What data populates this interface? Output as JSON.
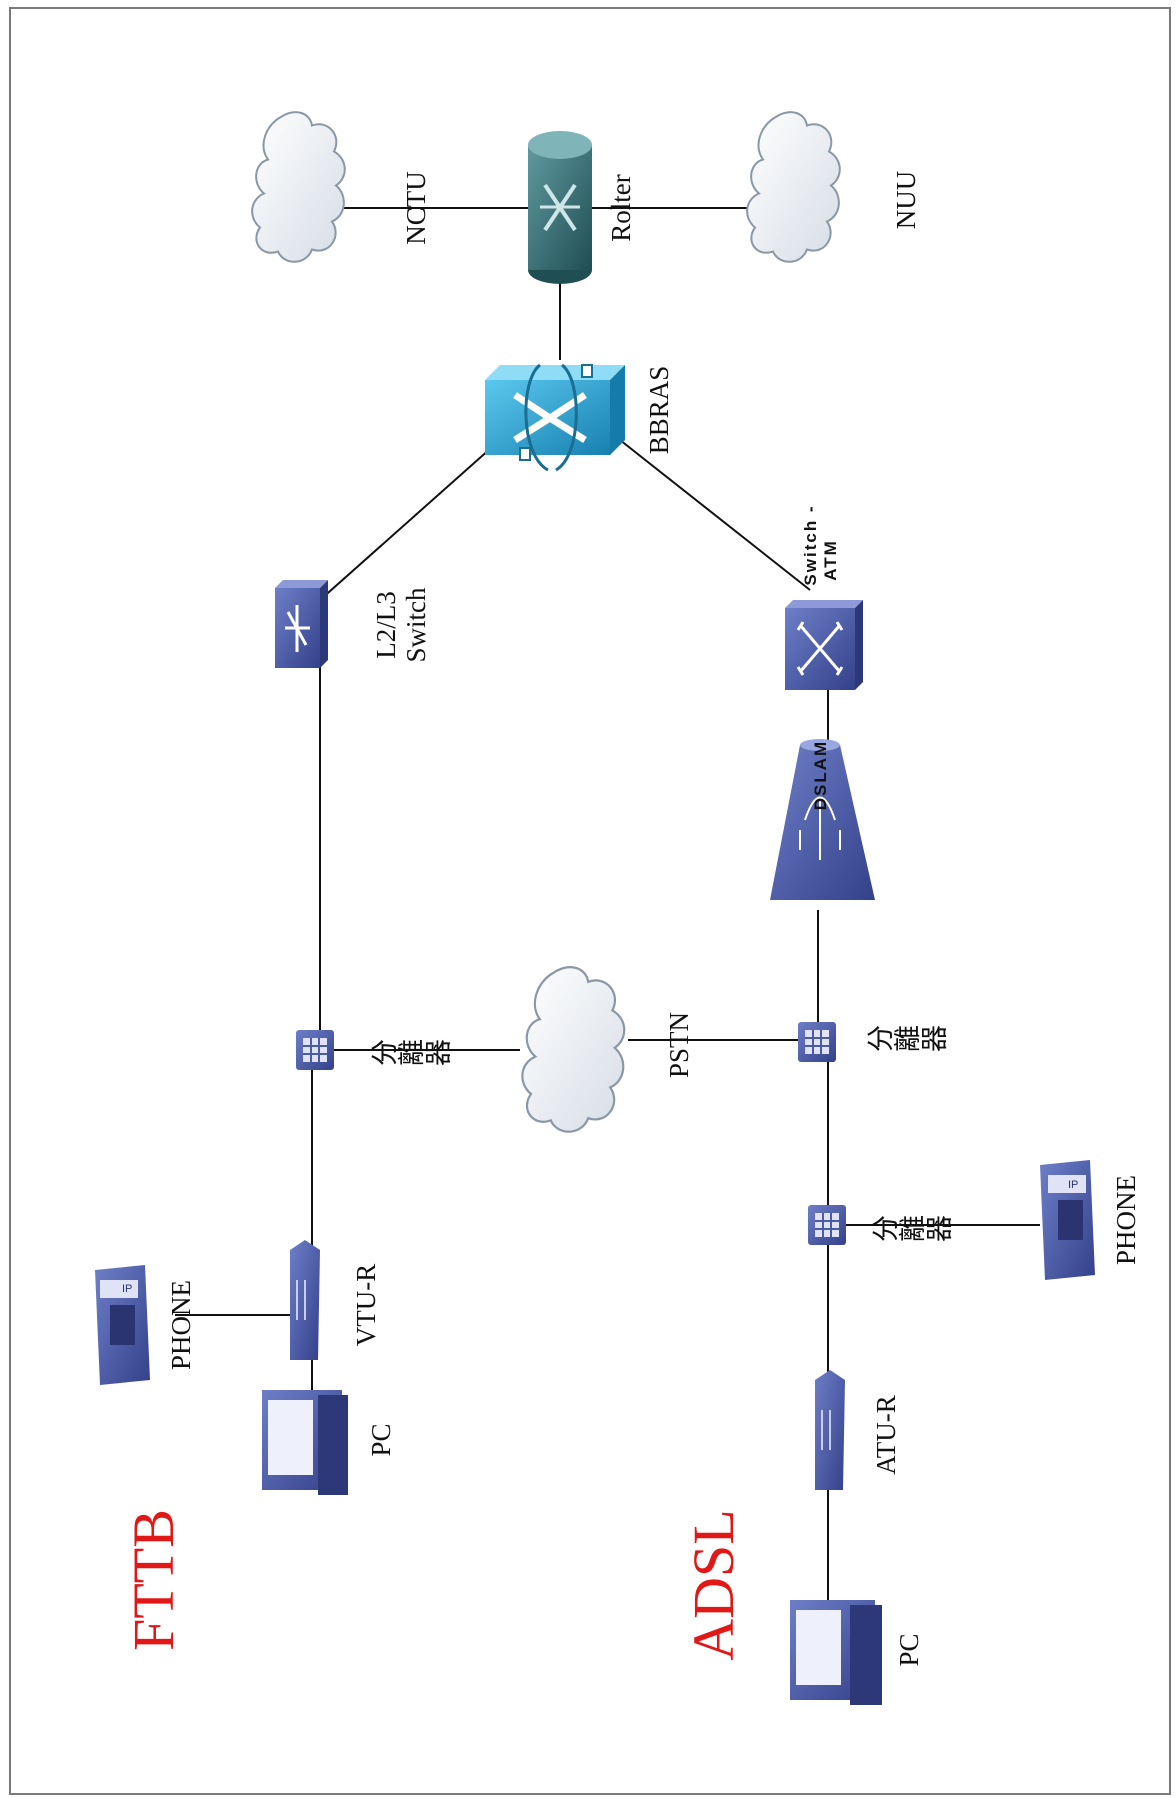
{
  "labels": {
    "nctu": "NCTU",
    "router": "Rolter",
    "nuu": "NUU",
    "bbras": "BBRAS",
    "l2l3_line1": "L2/L3",
    "l2l3_line2": "Switch",
    "switch_atm": "Switch -",
    "switch_atm_2": "ATM",
    "dslam": "DSLAM",
    "pstn": "PSTN",
    "splitter_top": "分離器",
    "splitter_mid": "分離器",
    "splitter_low": "分離器",
    "vtur": "VTU-R",
    "atur": "ATU-R",
    "phone_top": "PHONE",
    "phone_bottom": "PHONE",
    "pc_top": "PC",
    "pc_bottom": "PC",
    "fttb": "FTTB",
    "adsl": "ADSL"
  },
  "colors": {
    "accent_red": "#e01818",
    "device_blue": "#4a5aa8",
    "router_teal": "#2f6b70",
    "bbras_cyan": "#2aa8d8",
    "cloud_fill": "#eef2f6"
  },
  "icons": [
    "cloud-icon",
    "router-icon",
    "bbras-switch-icon",
    "l2l3-switch-icon",
    "atm-switch-icon",
    "dslam-icon",
    "splitter-icon",
    "modem-icon",
    "ip-phone-icon",
    "pc-icon"
  ]
}
